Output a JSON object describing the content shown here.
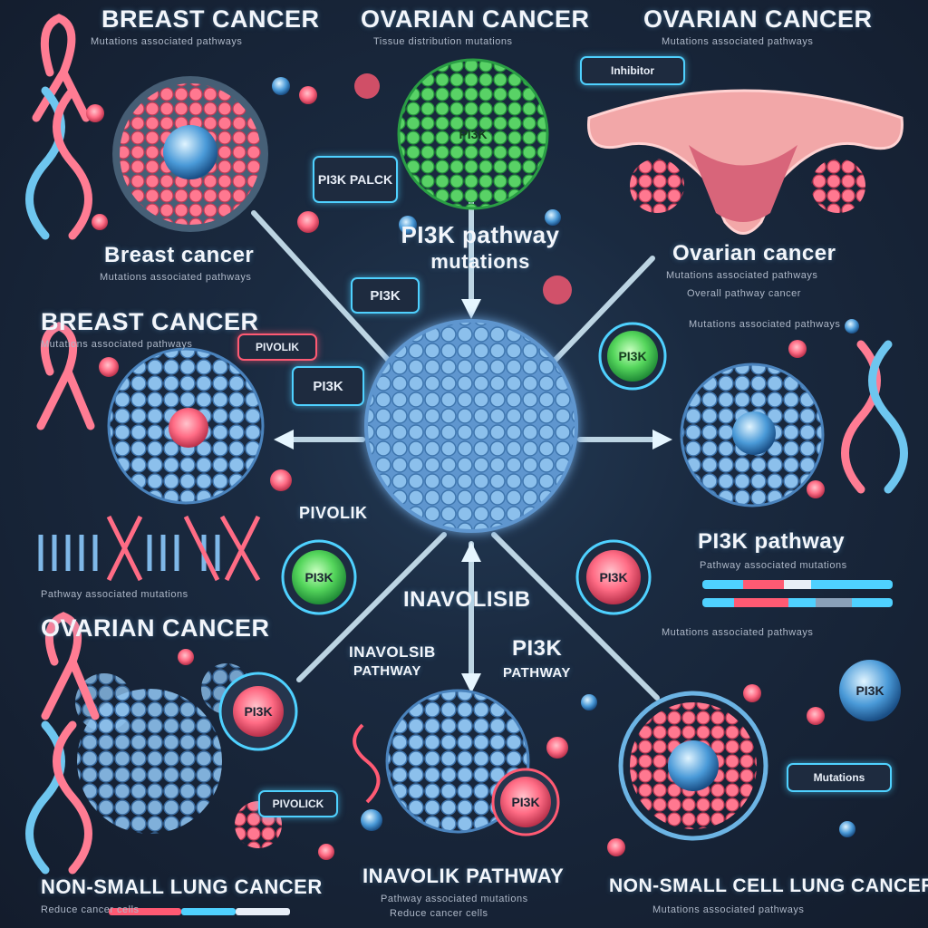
{
  "panels": {
    "top_left": {
      "title": "BREAST CANCER",
      "subtitle": "Mutations associated pathways",
      "label2": "Breast cancer",
      "sub2": "Mutations associated pathways"
    },
    "top_center": {
      "title": "OVARIAN CANCER",
      "subtitle": "Tissue distribution mutations",
      "cell_label": "PI3K"
    },
    "top_right": {
      "title": "OVARIAN CANCER",
      "subtitle": "Mutations associated pathways",
      "tag": "Inhibitor",
      "label2": "Ovarian cancer",
      "sub2": "Mutations associated pathways",
      "sub3": "Overall pathway cancer"
    },
    "mid_left": {
      "title": "BREAST CANCER",
      "subtitle": "Mutations associated pathways",
      "tag": "PIVOLIK",
      "pill": "PI3K",
      "label3": "PIVOLIK",
      "circle": "PI3K",
      "sub3": "Pathway associated mutations"
    },
    "mid_right": {
      "sub": "Mutations associated pathways",
      "circle": "PI3K",
      "title": "PI3K pathway",
      "sub2": "Pathway associated mutations"
    },
    "bottom_left": {
      "title": "OVARIAN CANCER",
      "circle": "PI3K",
      "tag": "PIVOLICK",
      "footer_title": "NON-SMALL LUNG CANCER",
      "footer_sub": "Reduce cancer cells"
    },
    "bottom_center": {
      "title": "INAVOLISIB",
      "label_a": "INAVOLSIB",
      "label_a2": "PATHWAY",
      "label_b": "PI3K",
      "label_b2": "PATHWAY",
      "circle": "PI3K",
      "footer_title": "INAVOLIK PATHWAY",
      "footer_sub": "Pathway associated mutations",
      "footer_sub2": "Reduce cancer cells"
    },
    "bottom_right": {
      "sub": "Mutations associated pathways",
      "circle": "PI3K",
      "tag": "Mutations",
      "footer_title": "NON-SMALL CELL LUNG CANCER",
      "footer_sub": "Mutations associated pathways"
    }
  },
  "center": {
    "title_line1": "PI3K pathway",
    "title_line2": "mutations",
    "pill_top": "PI3K",
    "left_tag": "PI3K PALCK"
  },
  "colors": {
    "accent": "#4fd1ff",
    "pink": "#ff5a73",
    "green": "#3fcf55",
    "cell_blue": "#7fb8e8",
    "cell_red": "#ff6f86"
  }
}
